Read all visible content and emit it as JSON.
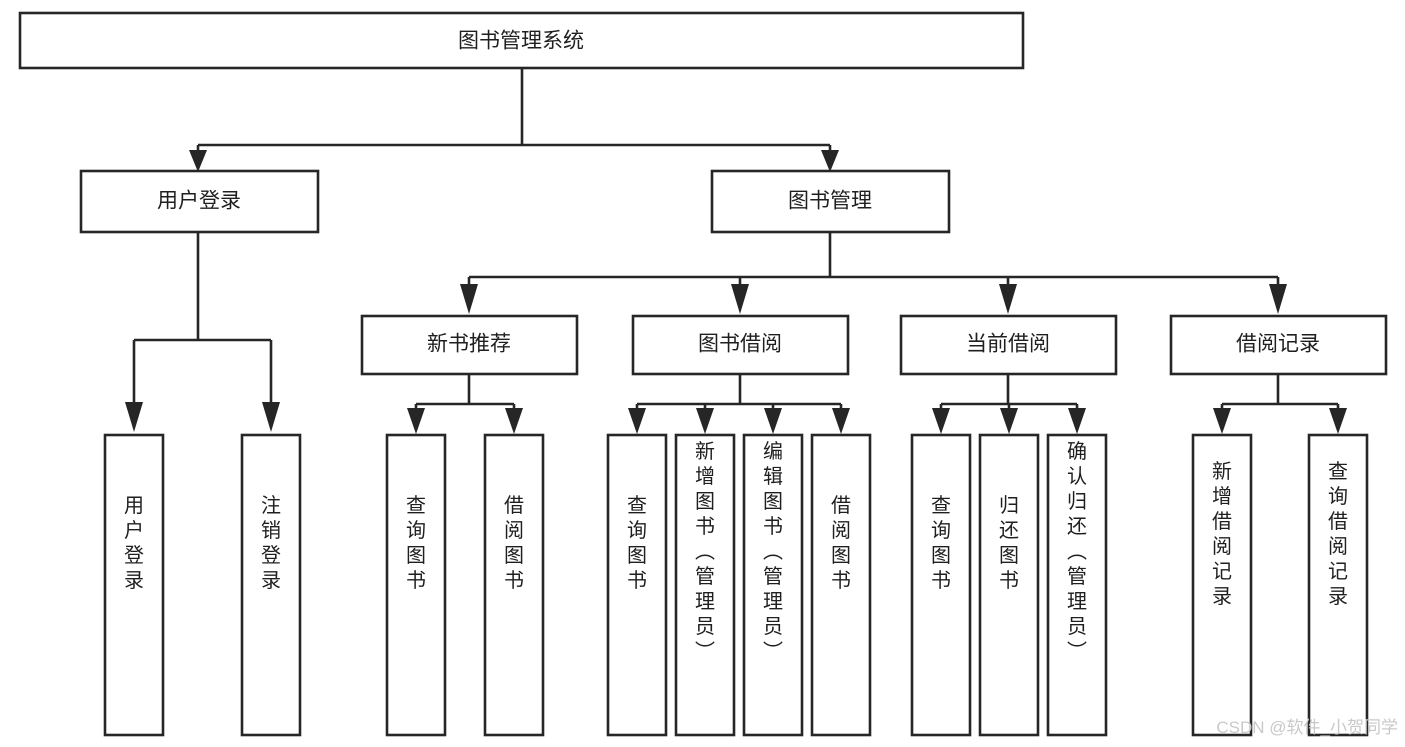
{
  "diagram": {
    "title": "图书管理系统",
    "type": "hierarchy-tree",
    "levels": [
      {
        "level": 1,
        "nodes": [
          {
            "id": "root",
            "label": "图书管理系统",
            "orientation": "horizontal"
          }
        ]
      },
      {
        "level": 2,
        "nodes": [
          {
            "id": "login",
            "label": "用户登录",
            "orientation": "horizontal",
            "parent": "root"
          },
          {
            "id": "bookmgmt",
            "label": "图书管理",
            "orientation": "horizontal",
            "parent": "root"
          }
        ]
      },
      {
        "level": 3,
        "nodes": [
          {
            "id": "newbook",
            "label": "新书推荐",
            "orientation": "horizontal",
            "parent": "bookmgmt"
          },
          {
            "id": "borrow",
            "label": "图书借阅",
            "orientation": "horizontal",
            "parent": "bookmgmt"
          },
          {
            "id": "current",
            "label": "当前借阅",
            "orientation": "horizontal",
            "parent": "bookmgmt"
          },
          {
            "id": "record",
            "label": "借阅记录",
            "orientation": "horizontal",
            "parent": "bookmgmt"
          }
        ]
      },
      {
        "level": 4,
        "nodes": [
          {
            "id": "leaf-user-login",
            "label": "用户登录",
            "orientation": "vertical",
            "parent": "login"
          },
          {
            "id": "leaf-user-logout",
            "label": "注销登录",
            "orientation": "vertical",
            "parent": "login"
          },
          {
            "id": "leaf-query-book-1",
            "label": "查询图书",
            "orientation": "vertical",
            "parent": "newbook"
          },
          {
            "id": "leaf-borrow-book-1",
            "label": "借阅图书",
            "orientation": "vertical",
            "parent": "newbook"
          },
          {
            "id": "leaf-query-book-2",
            "label": "查询图书",
            "orientation": "vertical",
            "parent": "borrow"
          },
          {
            "id": "leaf-add-book",
            "label": "新增图书（管理员）",
            "orientation": "vertical",
            "parent": "borrow"
          },
          {
            "id": "leaf-edit-book",
            "label": "编辑图书（管理员）",
            "orientation": "vertical",
            "parent": "borrow"
          },
          {
            "id": "leaf-borrow-book-2",
            "label": "借阅图书",
            "orientation": "vertical",
            "parent": "borrow"
          },
          {
            "id": "leaf-query-book-3",
            "label": "查询图书",
            "orientation": "vertical",
            "parent": "current"
          },
          {
            "id": "leaf-return-book",
            "label": "归还图书",
            "orientation": "vertical",
            "parent": "current"
          },
          {
            "id": "leaf-confirm-return",
            "label": "确认归还（管理员）",
            "orientation": "vertical",
            "parent": "current"
          },
          {
            "id": "leaf-add-record",
            "label": "新增借阅记录",
            "orientation": "vertical",
            "parent": "record"
          },
          {
            "id": "leaf-query-record",
            "label": "查询借阅记录",
            "orientation": "vertical",
            "parent": "record"
          }
        ]
      }
    ]
  },
  "watermark": {
    "text": "CSDN @软件_小贺同学"
  },
  "colors": {
    "stroke": "#262626",
    "box_fill": "#ffffff",
    "text": "#1f1f1f",
    "watermark": "#c9c9c9",
    "background": "#ffffff"
  }
}
